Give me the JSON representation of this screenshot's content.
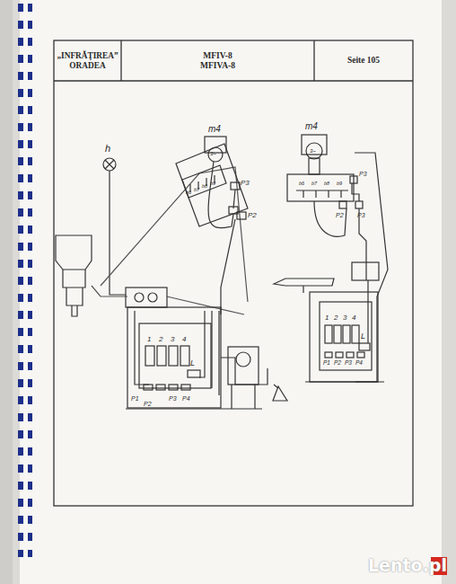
{
  "diagram": {
    "nodes": [
      {
        "text": [
          "„INFRĂŢIREA” ORADEA"
        ]
      },
      {
        "text": [
          "MFIV-8",
          "MFIVA-8"
        ]
      },
      {
        "text": [
          "Seite 105"
        ]
      }
    ],
    "labels": [
      "h",
      "m4",
      "3~",
      "b6",
      "b7",
      "b8",
      "b9",
      "P3",
      "P2",
      "1",
      "2",
      "3",
      "4",
      "L",
      "P1",
      "P2",
      "P3",
      "P4",
      "m4",
      "3~",
      "b6",
      "b7",
      "b8",
      "b9",
      "P3",
      "P2",
      "P3",
      "1",
      "2",
      "3",
      "4",
      "L",
      "P1",
      "P2",
      "P3",
      "P4",
      "Lento.pl"
    ]
  }
}
